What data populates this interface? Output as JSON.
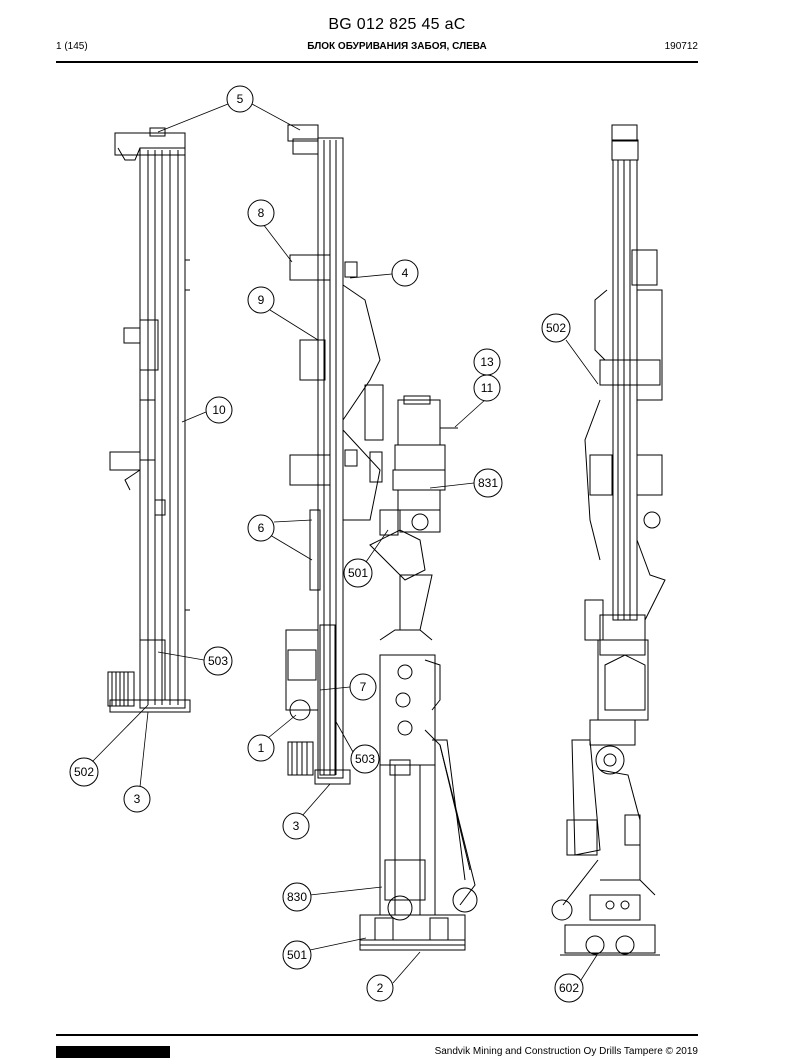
{
  "header": {
    "doc_code": "BG 012 825 45 aC",
    "page": "1 (145)",
    "title": "БЛОК ОБУРИВАНИЯ ЗАБОЯ, СЛЕВА",
    "date": "190712"
  },
  "footer": {
    "copyright": "Sandvik Mining and Construction Oy Drills Tampere © 2019"
  },
  "callouts": [
    "5",
    "8",
    "4",
    "9",
    "502",
    "13",
    "11",
    "10",
    "831",
    "6",
    "501",
    "503",
    "7",
    "1",
    "503",
    "502",
    "3",
    "3",
    "830",
    "501",
    "2",
    "602"
  ]
}
